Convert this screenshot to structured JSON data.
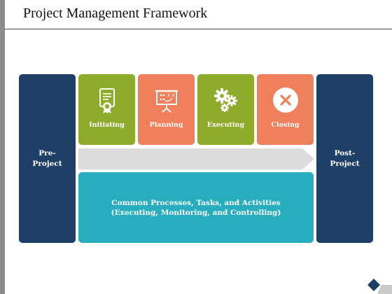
{
  "title": "Project Management Framework",
  "pre_project": [
    "Pre-",
    "Project"
  ],
  "post_project": [
    "Post-",
    "Project"
  ],
  "phases": [
    {
      "label": "Initiating",
      "icon": "certificate-icon",
      "color": "#8fab2b"
    },
    {
      "label": "Planning",
      "icon": "presentation-board-icon",
      "color": "#f07f5c"
    },
    {
      "label": "Executing",
      "icon": "gears-icon",
      "color": "#8fab2b"
    },
    {
      "label": "Closing",
      "icon": "close-circle-icon",
      "color": "#f07f5c"
    }
  ],
  "common": [
    "Common Processes, Tasks, and Activities",
    "(Executing, Monitoring, and Controlling)"
  ],
  "colors": {
    "navy": "#1e3f66",
    "green": "#8fab2b",
    "orange": "#f07f5c",
    "teal": "#27adbd",
    "arrow": "#dcdcdc"
  }
}
